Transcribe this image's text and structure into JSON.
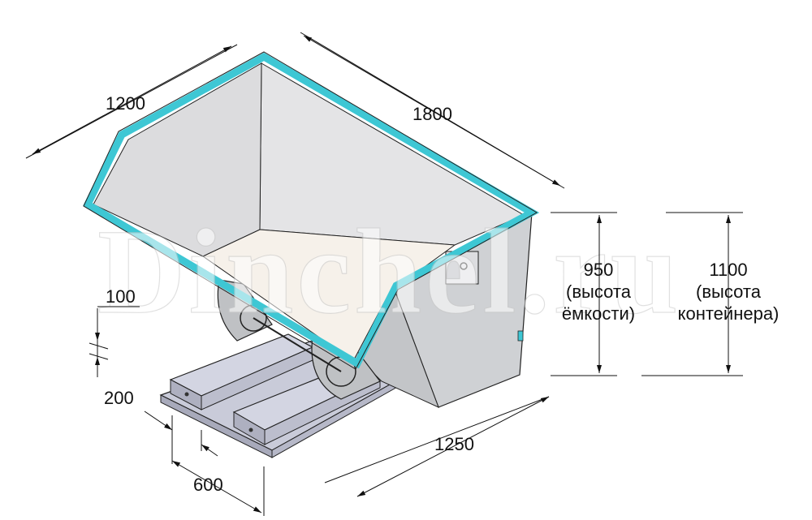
{
  "dimensions": {
    "length": "1800",
    "width": "1200",
    "height_tank": {
      "value": "950",
      "line1": "(высота",
      "line2": "ёмкости)"
    },
    "height_container": {
      "value": "1100",
      "line1": "(высота",
      "line2": "контейнера)"
    },
    "depth": "1250",
    "base_offset": "100",
    "skid_height": "200",
    "skid_spacing": "600"
  },
  "watermark": "Dinchel.ru",
  "colors": {
    "rim": "#3ec7d4",
    "body": "#cfd1d4",
    "inner_wall": "#e4e4e6",
    "floor": "#f6f1ea",
    "base": "#c9cbd9",
    "outline": "#222222"
  }
}
